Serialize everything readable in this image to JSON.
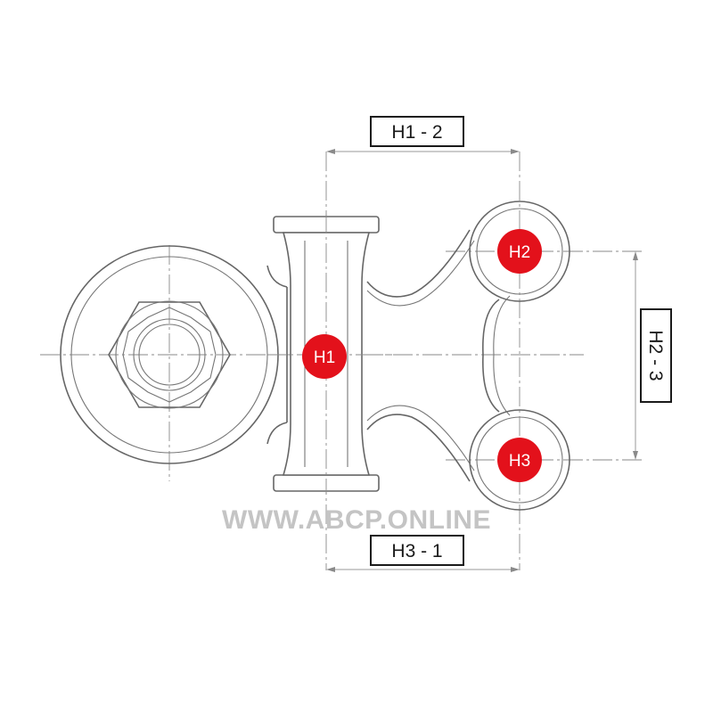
{
  "dimensions": {
    "h1_h2": "H1 - 2",
    "h3_h1": "H3 - 1",
    "h2_h3": "H2 - 3"
  },
  "markers": {
    "h1": "H1",
    "h2": "H2",
    "h3": "H3"
  },
  "watermark": "WWW.ABCP.ONLINE",
  "colors": {
    "marker": "#e3111b",
    "outline": "#666666",
    "watermark": "#c4c4c4"
  }
}
